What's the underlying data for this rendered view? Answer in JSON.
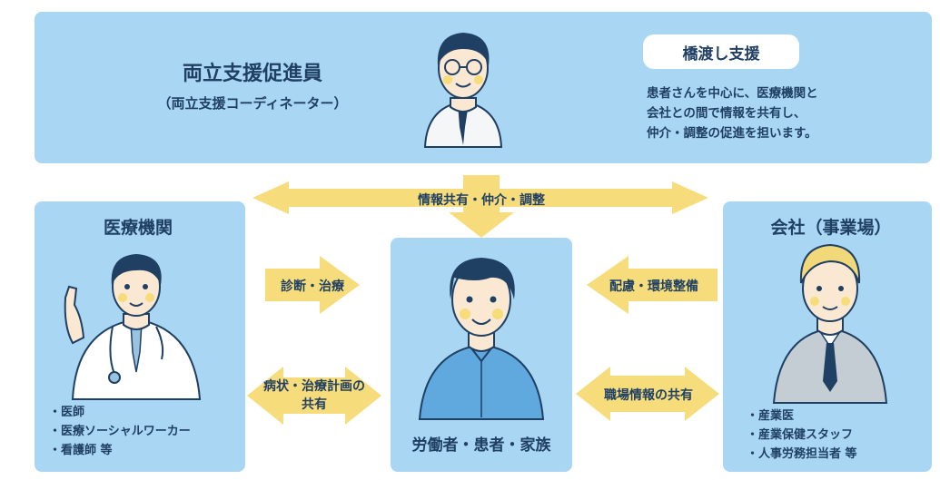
{
  "top": {
    "title": "両立支援促進員",
    "subtitle": "（両立支援コーディネーター）",
    "badge": "橋渡し支援",
    "description": [
      "患者さんを中心に、医療機関と",
      "会社との間で情報を共有し、",
      "仲介・調整の促進を担います。"
    ]
  },
  "center_arrow_label": "情報共有・仲介・調整",
  "medical": {
    "title": "医療機関",
    "members": [
      "・医師",
      "・医療ソーシャルワーカー",
      "・看護師 等"
    ]
  },
  "worker": {
    "title": "労働者・患者・家族"
  },
  "company": {
    "title": "会社（事業場）",
    "members": [
      "・産業医",
      "・産業保健スタッフ",
      "・人事労務担当者 等"
    ]
  },
  "arrows": {
    "diagnosis": "診断・治療",
    "condition_line1": "病状・治療計画の",
    "condition_line2": "共有",
    "consideration": "配慮・環境整備",
    "workplace": "職場情報の共有"
  },
  "colors": {
    "panel": "#a9d6f2",
    "arrow": "#f6dc7a",
    "text": "#1f3f63"
  }
}
